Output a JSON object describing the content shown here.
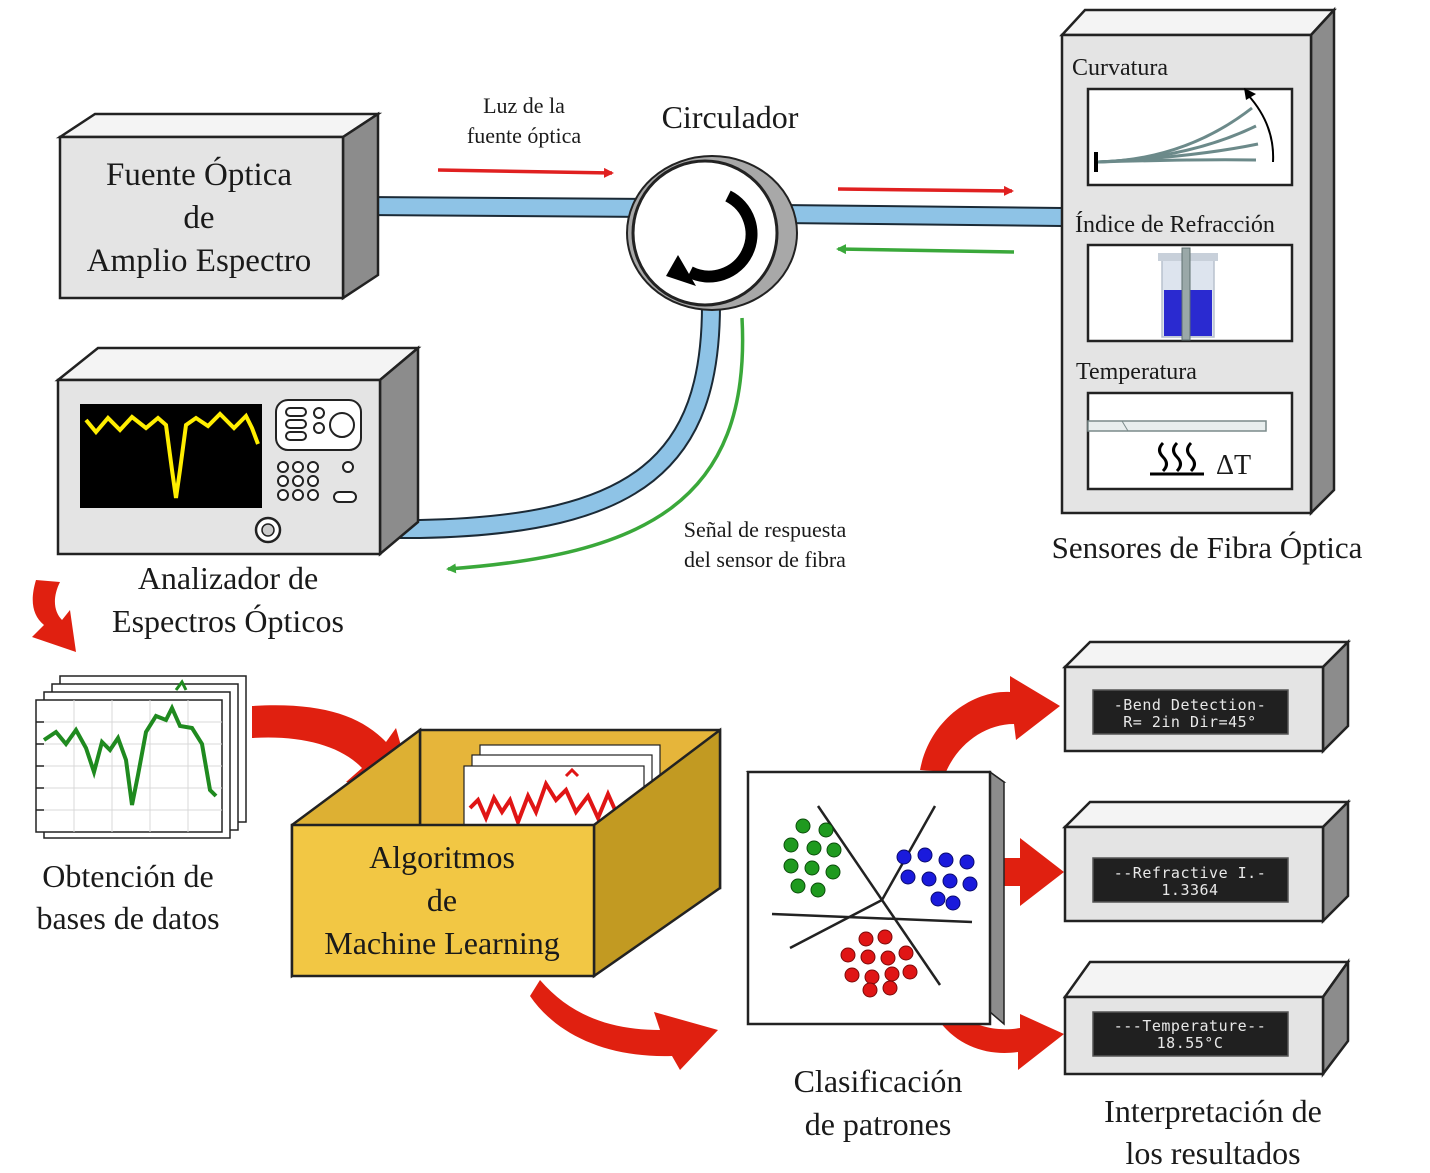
{
  "labels": {
    "source_line1": "Fuente Óptica",
    "source_line2": "de",
    "source_line3": "Amplio Espectro",
    "circulator": "Circulador",
    "light_line1": "Luz de la",
    "light_line2": "fuente óptica",
    "response_line1": "Señal de respuesta",
    "response_line2": "del sensor de fibra",
    "osa_line1": "Analizador de",
    "osa_line2": "Espectros Ópticos",
    "sensors_title": "Sensores de Fibra Óptica",
    "curvature": "Curvatura",
    "refraction": "Índice de Refracción",
    "temperature": "Temperatura",
    "delta_t": "ΔT",
    "database_line1": "Obtención de",
    "database_line2": "bases de datos",
    "ml_line1": "Algoritmos",
    "ml_line2": "de",
    "ml_line3": "Machine Learning",
    "classification_line1": "Clasificación",
    "classification_line2": "de patrones",
    "interpretation_line1": "Interpretación de",
    "interpretation_line2": "los resultados"
  },
  "displays": [
    {
      "line1": "-Bend Detection-",
      "line2": "R= 2in Dir=45°"
    },
    {
      "line1": "--Refractive I.-",
      "line2": "1.3364"
    },
    {
      "line1": "---Temperature--",
      "line2": "18.55°C"
    }
  ],
  "colors": {
    "fiber": "#8ec3e6",
    "forward_arrow": "#e02020",
    "return_arrow": "#3aa83a",
    "flow_arrow": "#e02010",
    "box_fill": "#e4e4e4",
    "ml_box": "#f2c744",
    "spectrum_trace": "#ffee00",
    "cluster_green": "#1f9a1f",
    "cluster_blue": "#1a1adc",
    "cluster_red": "#e01515"
  }
}
